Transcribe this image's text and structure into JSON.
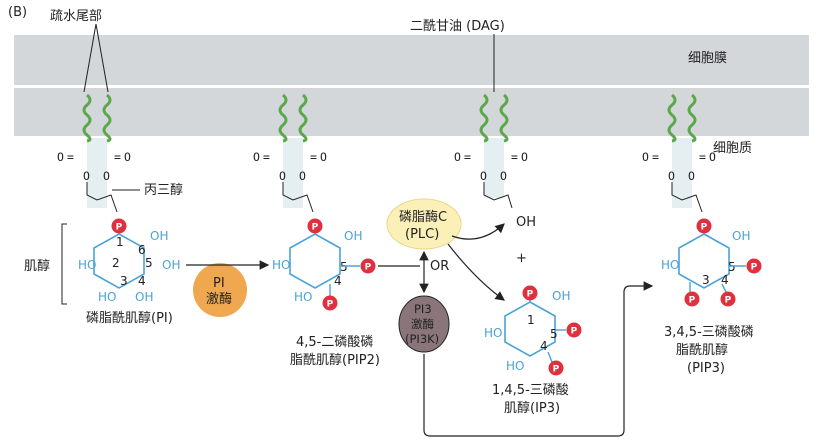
{
  "panel_label": "(B)",
  "labels": {
    "hydrophobic_tail": "疏水尾部",
    "dag": "二酰甘油 (DAG)",
    "membrane": "细胞膜",
    "cytoplasm": "细胞质",
    "glycerol": "丙三醇",
    "inositol": "肌醇",
    "pi_name": "磷脂酰肌醇(PI)",
    "pip2_line1": "4,5-二磷酸磷",
    "pip2_line2": "脂酰肌醇(PIP2)",
    "ip3_line1": "1,4,5-三磷酸",
    "ip3_line2": "肌醇(IP3)",
    "pip3_line1": "3,4,5-三磷酸磷",
    "pip3_line2": "脂酰肌醇",
    "pip3_line3": "(PIP3)",
    "or_text": "OR",
    "plus_text": "+",
    "oh": "OH",
    "ho": "HO"
  },
  "enzymes": {
    "pi_kinase_line1": "PI",
    "pi_kinase_line2": "激酶",
    "plc_line1": "磷脂酶C",
    "plc_line2": "(PLC)",
    "pi3k_line1": "PI3",
    "pi3k_line2": "激酶",
    "pi3k_line3": "(PI3K)"
  },
  "ring_numbers": {
    "n1": "1",
    "n2": "2",
    "n3": "3",
    "n4": "4",
    "n5": "5",
    "n6": "6"
  },
  "phosphate_label": "P",
  "atoms": {
    "o": "O",
    "eq": "="
  },
  "colors": {
    "membrane": "#d3d7d9",
    "tail_green": "#5aa84a",
    "inositol_blue": "#4aa3d8",
    "phosphate_red": "#e0303e",
    "pi_kinase": "#f0a850",
    "plc": "#fbf0b8",
    "pi3k": "#8a767a"
  }
}
